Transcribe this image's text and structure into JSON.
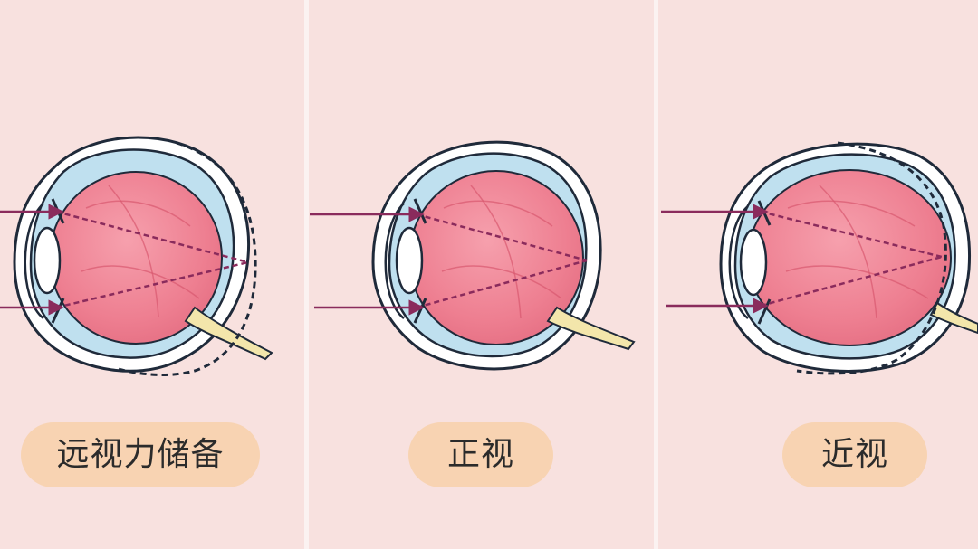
{
  "labels": {
    "panel_1": "远视力储备",
    "panel_2": "正视",
    "panel_3": "近视"
  },
  "colors": {
    "background": "#f8e1df",
    "label_pill": "#f8d3b2",
    "eyeball": "#ef8596",
    "sclera_blue": "#bfe0ef",
    "ray": "#8a2b5c",
    "optic_nerve": "#f3e6ab",
    "outline": "#1f2a3a"
  },
  "icons": {
    "ray_arrow": "arrow-right",
    "extra_length": "dashed-outline"
  }
}
